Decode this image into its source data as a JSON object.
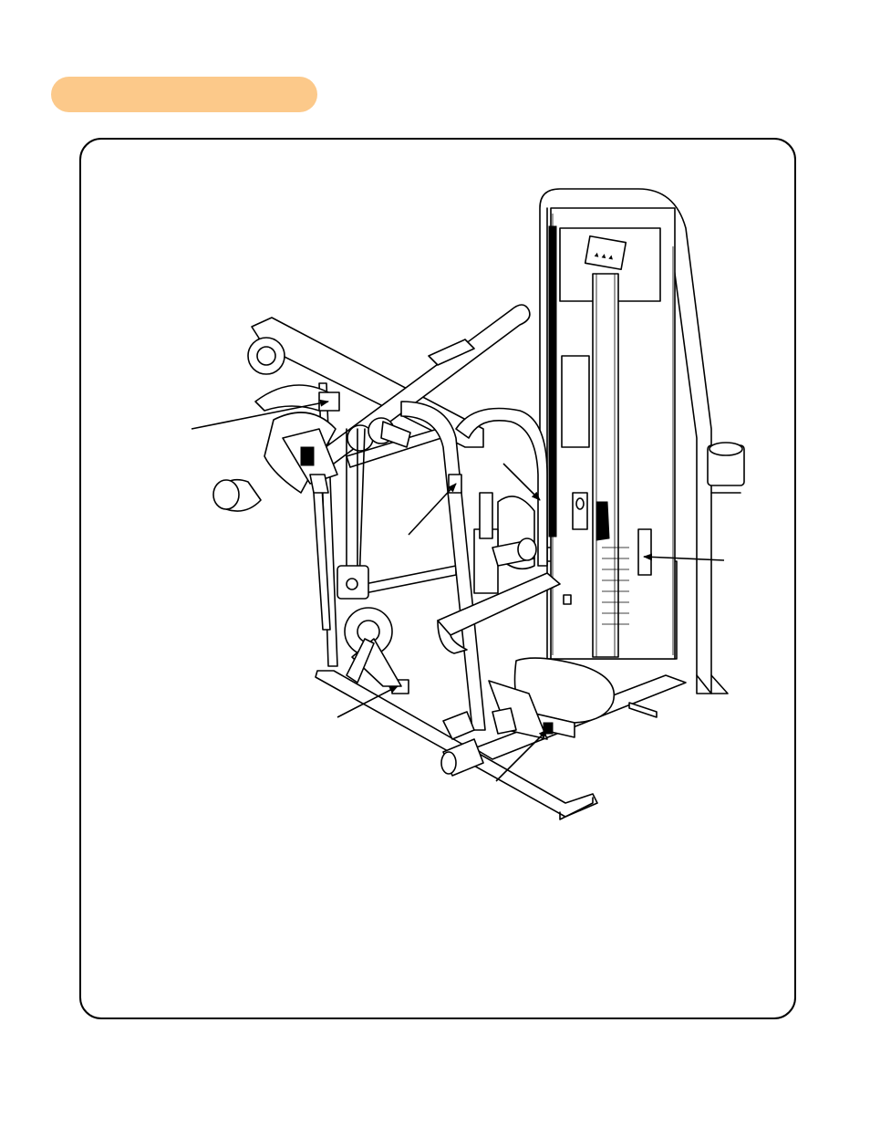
{
  "header": {
    "pill_color": "#fcc98a"
  },
  "figure": {
    "icon": "weight-machine-illustration",
    "callouts": [
      "callout-left-upper",
      "callout-center",
      "callout-mid-right",
      "callout-right",
      "callout-left-lower",
      "callout-seat"
    ]
  }
}
